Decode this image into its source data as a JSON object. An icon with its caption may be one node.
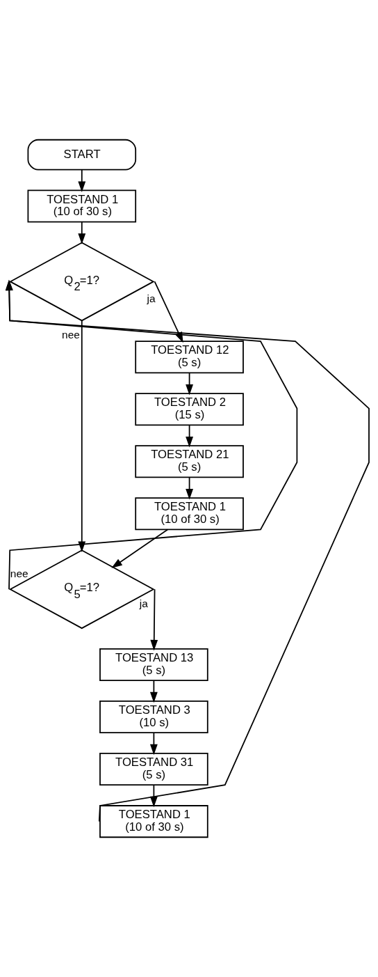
{
  "diagram": {
    "nodes": [
      {
        "text": [
          "START"
        ]
      },
      {
        "text": [
          "TOESTAND 1",
          "(10 of 30 s)"
        ]
      },
      {
        "text": [
          "Q$_{2}$=1?"
        ]
      },
      {
        "text": [
          "TOESTAND 12",
          "(5 s)"
        ]
      },
      {
        "text": [
          "TOESTAND 2",
          "(15 s)"
        ]
      },
      {
        "text": [
          "TOESTAND 21",
          "(5 s)"
        ]
      },
      {
        "text": [
          "TOESTAND 1",
          "(10 of 30 s)"
        ]
      },
      {
        "text": [
          "Q$_{5}$=1?"
        ]
      },
      {
        "text": [
          "TOESTAND 13",
          "(5 s)"
        ]
      },
      {
        "text": [
          "TOESTAND 3",
          "(10 s)"
        ]
      },
      {
        "text": [
          "TOESTAND 31",
          "(5 s)"
        ]
      },
      {
        "text": [
          "TOESTAND 1",
          "(10 of 30 s)"
        ]
      }
    ],
    "edges": [
      {
        "from": 0,
        "to": 1,
        "arrow": "to"
      },
      {
        "from": 1,
        "to": 2,
        "arrow": "to"
      },
      {
        "from": 2,
        "to": 3,
        "arrow": "to",
        "label": "ja"
      },
      {
        "from": 3,
        "to": 4,
        "arrow": "to"
      },
      {
        "from": 4,
        "to": 5,
        "arrow": "to"
      },
      {
        "from": 5,
        "to": 6,
        "arrow": "to"
      },
      {
        "from": 6,
        "to": 7,
        "arrow": "to"
      },
      {
        "from": 2,
        "to": 7,
        "arrow": "to",
        "label": "nee"
      },
      {
        "from": 7,
        "to": 8,
        "arrow": "to",
        "label": "ja"
      },
      {
        "from": 8,
        "to": 9,
        "arrow": "to"
      },
      {
        "from": 9,
        "to": 10,
        "arrow": "to"
      },
      {
        "from": 10,
        "to": 11,
        "arrow": "to"
      },
      {
        "from": 11,
        "to": 2,
        "arrow": "to"
      },
      {
        "from": 7,
        "to": 2,
        "arrow": "to",
        "label": "nee"
      }
    ]
  }
}
